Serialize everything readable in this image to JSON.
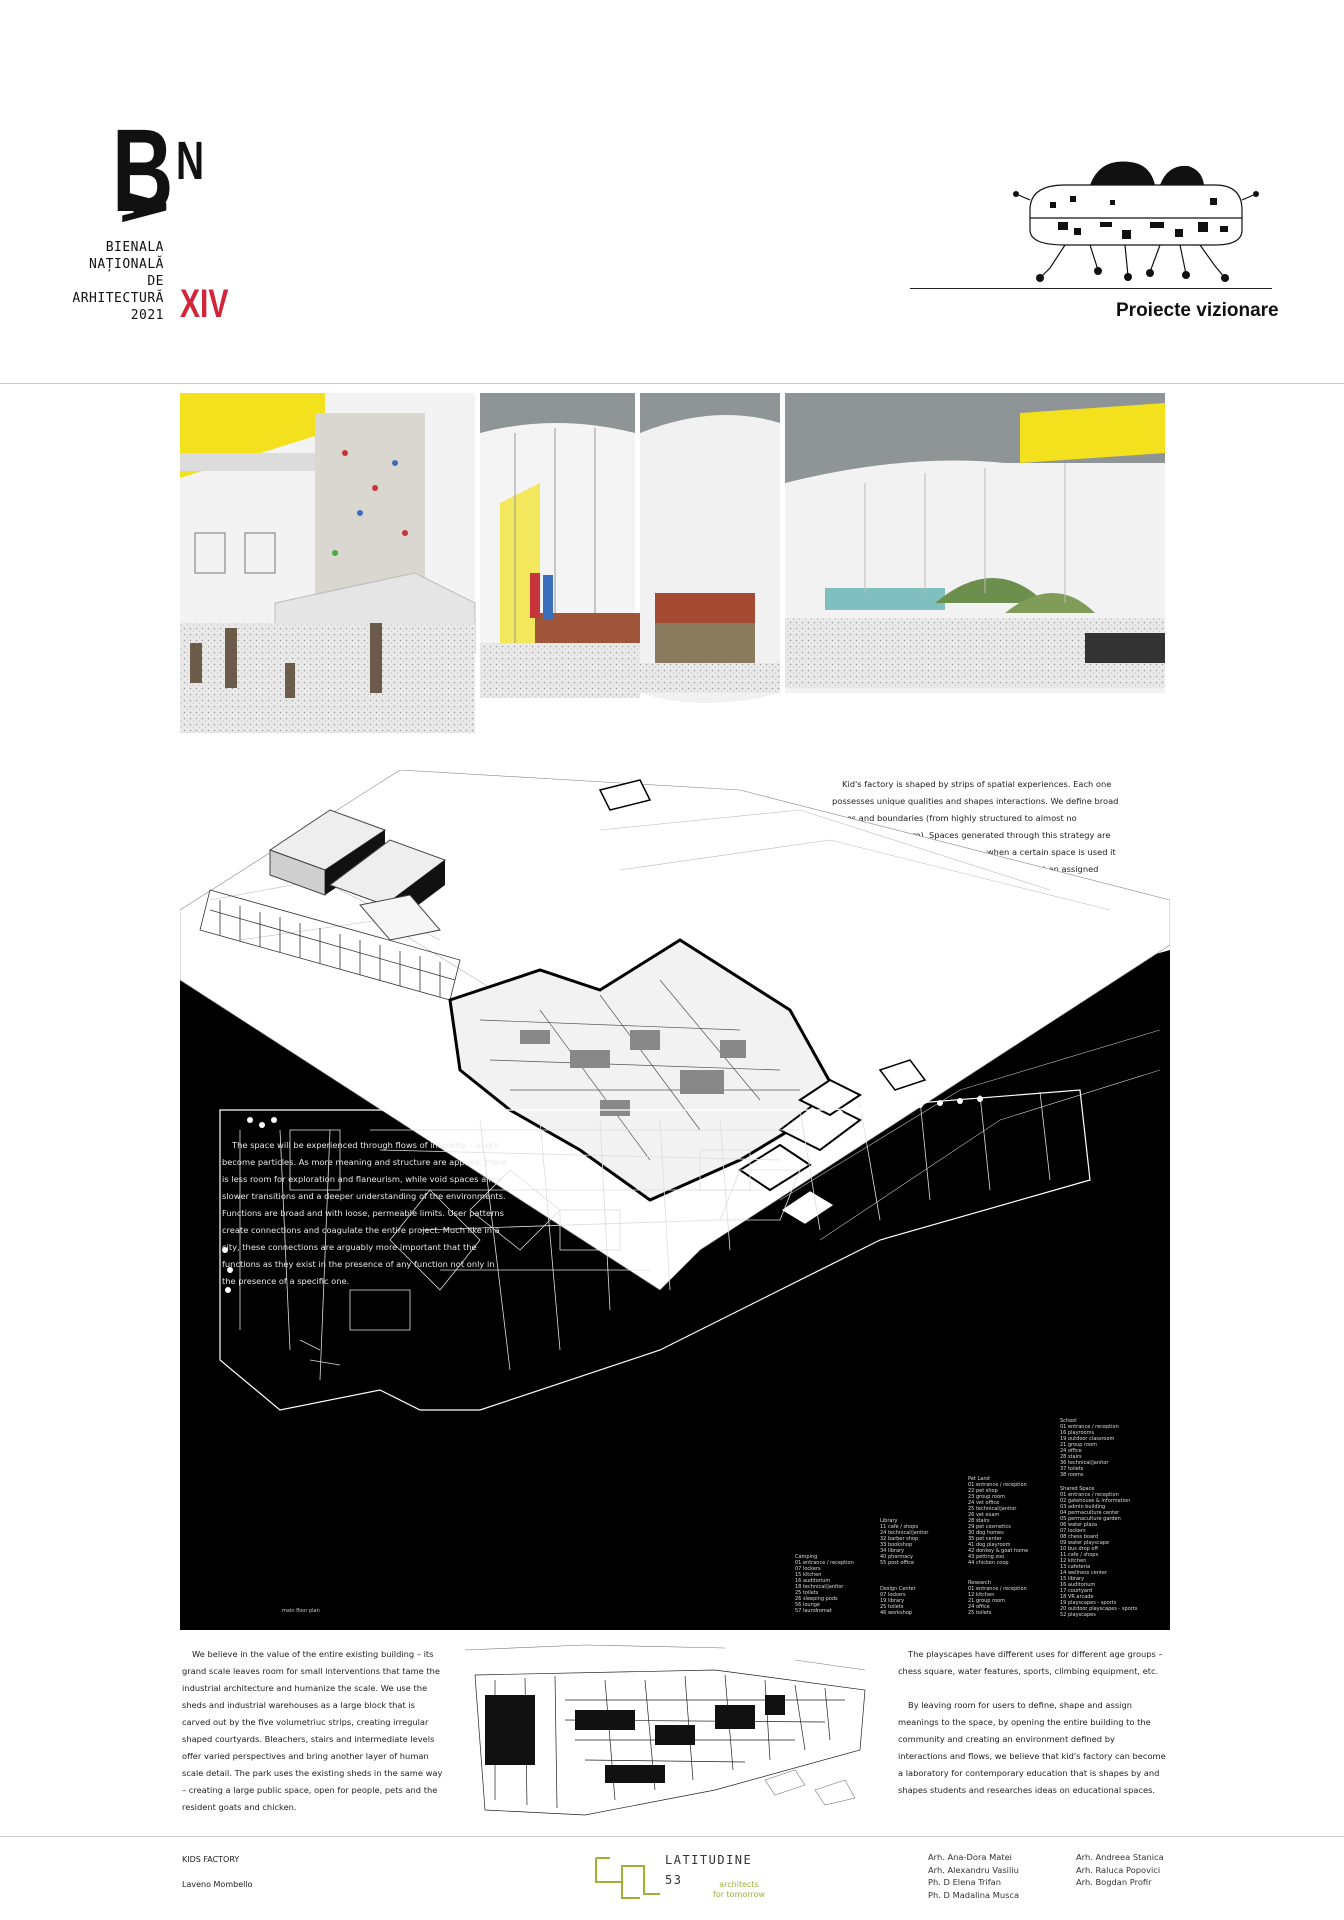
{
  "header": {
    "logo_letters": {
      "b": "B",
      "n": "N",
      "a": "A"
    },
    "logo_lines": [
      "BIENALA",
      "NAȚIONALĂ",
      "DE",
      "ARHITECTURĂ",
      "2021"
    ],
    "edition": "XIV",
    "category": "Proiecte vizionare"
  },
  "colors": {
    "accent_red": "#d3243a",
    "collage_yellow": "#f2e11c",
    "latitudine_green": "#9bb233",
    "plan_black": "#000000"
  },
  "text": {
    "intro": "Kid's factory is shaped by strips of spatial experiences. Each one possesses unique qualities and shapes interactions. We define broad zones and boundaries (from highly structured to almost no perceivable structure). Spaces generated through this strategy are not flexible – they are synchronous – when a certain space is used it is that function – and it is not anything else without an assigned meaning. A classroom, therefore, could be a living room, office space, work area, exhibition space – only when function tells form how to curve. Although static, our goal is to express this bond between time, space and place that changes the nature of the user's experience while crossing the same areas in different moments.",
    "flows": "The space will be experienced through flows of intensity – users become particles. As more meaning and structure are applied, there is less room for exploration and flaneurism, while void spaces allow slower transitions and a deeper understanding of the environments. Functions are broad and with loose, permeable limits. User patterns create connections and coagulate the entire project. Much like in a city, these connections are arguably more important that the functions as they exist in the presence of any function not only in the presence of a specific one.",
    "existing": "We believe in the value of the entire existing building – its grand scale leaves room for small interventions that tame the industrial architecture and humanize the scale. We use the sheds and industrial warehouses as a large block that is carved out by the five volumetriuc strips, creating irregular shaped courtyards. Bleachers, stairs and intermediate levels offer varied perspectives and bring another layer of human scale detail. The park uses the existing sheds in the same way – creating a large public space, open for people, pets and the resident goats and chicken.",
    "playscapes": "The playscapes have different uses for different age groups – chess square, water features, sports, climbing equipment, etc.",
    "laboratory": "By leaving room for users to define, shape and assign meanings to the space, by opening the entire building to the community and creating an environment defined by interactions and flows, we believe that kid's factory can become a laboratory for contemporary education that is shapes by and shapes students and researches ideas on educational spaces."
  },
  "plan": {
    "caption": "main floor plan",
    "legend": {
      "camping": {
        "title": "Camping",
        "items": [
          "01 entrance / reception",
          "07 lockers",
          "15 kitchen",
          "16 auditorium",
          "18 technical/janitor",
          "25 toilets",
          "26 sleeping pods",
          "56 lounge",
          "57 laundromat"
        ]
      },
      "library": {
        "title": "Library",
        "items": [
          "11 cafe / shops",
          "24 technical/janitor",
          "32 barber shop",
          "33 bookshop",
          "34 library",
          "40 pharmacy",
          "55 post office"
        ]
      },
      "design": {
        "title": "Design Center",
        "items": [
          "07 lockers",
          "19 library",
          "25 toilets",
          "46 workshop"
        ]
      },
      "petland": {
        "title": "Pet Land",
        "items": [
          "01 entrance / reception",
          "22 pet shop",
          "23 group room",
          "24 vet office",
          "25 technical/janitor",
          "26 vet exam",
          "28 stairs",
          "29 pet cosmetics",
          "30 dog homes",
          "35 pet center",
          "41 dog playroom",
          "42 donkey & goat home",
          "43 petting zoo",
          "44 chicken coop"
        ]
      },
      "research": {
        "title": "Research",
        "items": [
          "01 entrance / reception",
          "12 kitchen",
          "21 group room",
          "24 office",
          "25 toilets"
        ]
      },
      "school": {
        "title": "School",
        "items": [
          "01 entrance / reception",
          "16 playrooms",
          "19 outdoor classroom",
          "21 group room",
          "24 office",
          "28 stairs",
          "36 technical/janitor",
          "37 toilets",
          "38 rooms"
        ]
      },
      "shared": {
        "title": "Shared Space",
        "items": [
          "01 entrance / reception",
          "02 gatehouse & information",
          "03 admin building",
          "04 permaculture center",
          "05 permaculture garden",
          "06 water plaza",
          "07 lockers",
          "08 chess board",
          "09 water playscape",
          "10 bus drop off",
          "11 cafe / shops",
          "12 kitchen",
          "13 cafeteria",
          "14 wellness center",
          "15 library",
          "16 auditorium",
          "17 courtyard",
          "18 VR arcade",
          "19 playscapes - sports",
          "20 outdoor playscapes - sports",
          "52 playscapes"
        ]
      }
    }
  },
  "footer": {
    "project_title": "KIDS FACTORY",
    "location": "Laveno Mombello",
    "firm_name": "LATITUDINE",
    "firm_number": "53",
    "tagline": [
      "architects",
      "for tomorrow"
    ],
    "authors_col1": [
      "Arh. Ana-Dora Matei",
      "Arh. Alexandru Vasiliu",
      "Ph. D Elena Trifan",
      "Ph. D Madalina Musca"
    ],
    "authors_col2": [
      "Arh. Andreea Stanica",
      "Arh. Raluca Popovici",
      "Arh. Bogdan Profir"
    ]
  }
}
